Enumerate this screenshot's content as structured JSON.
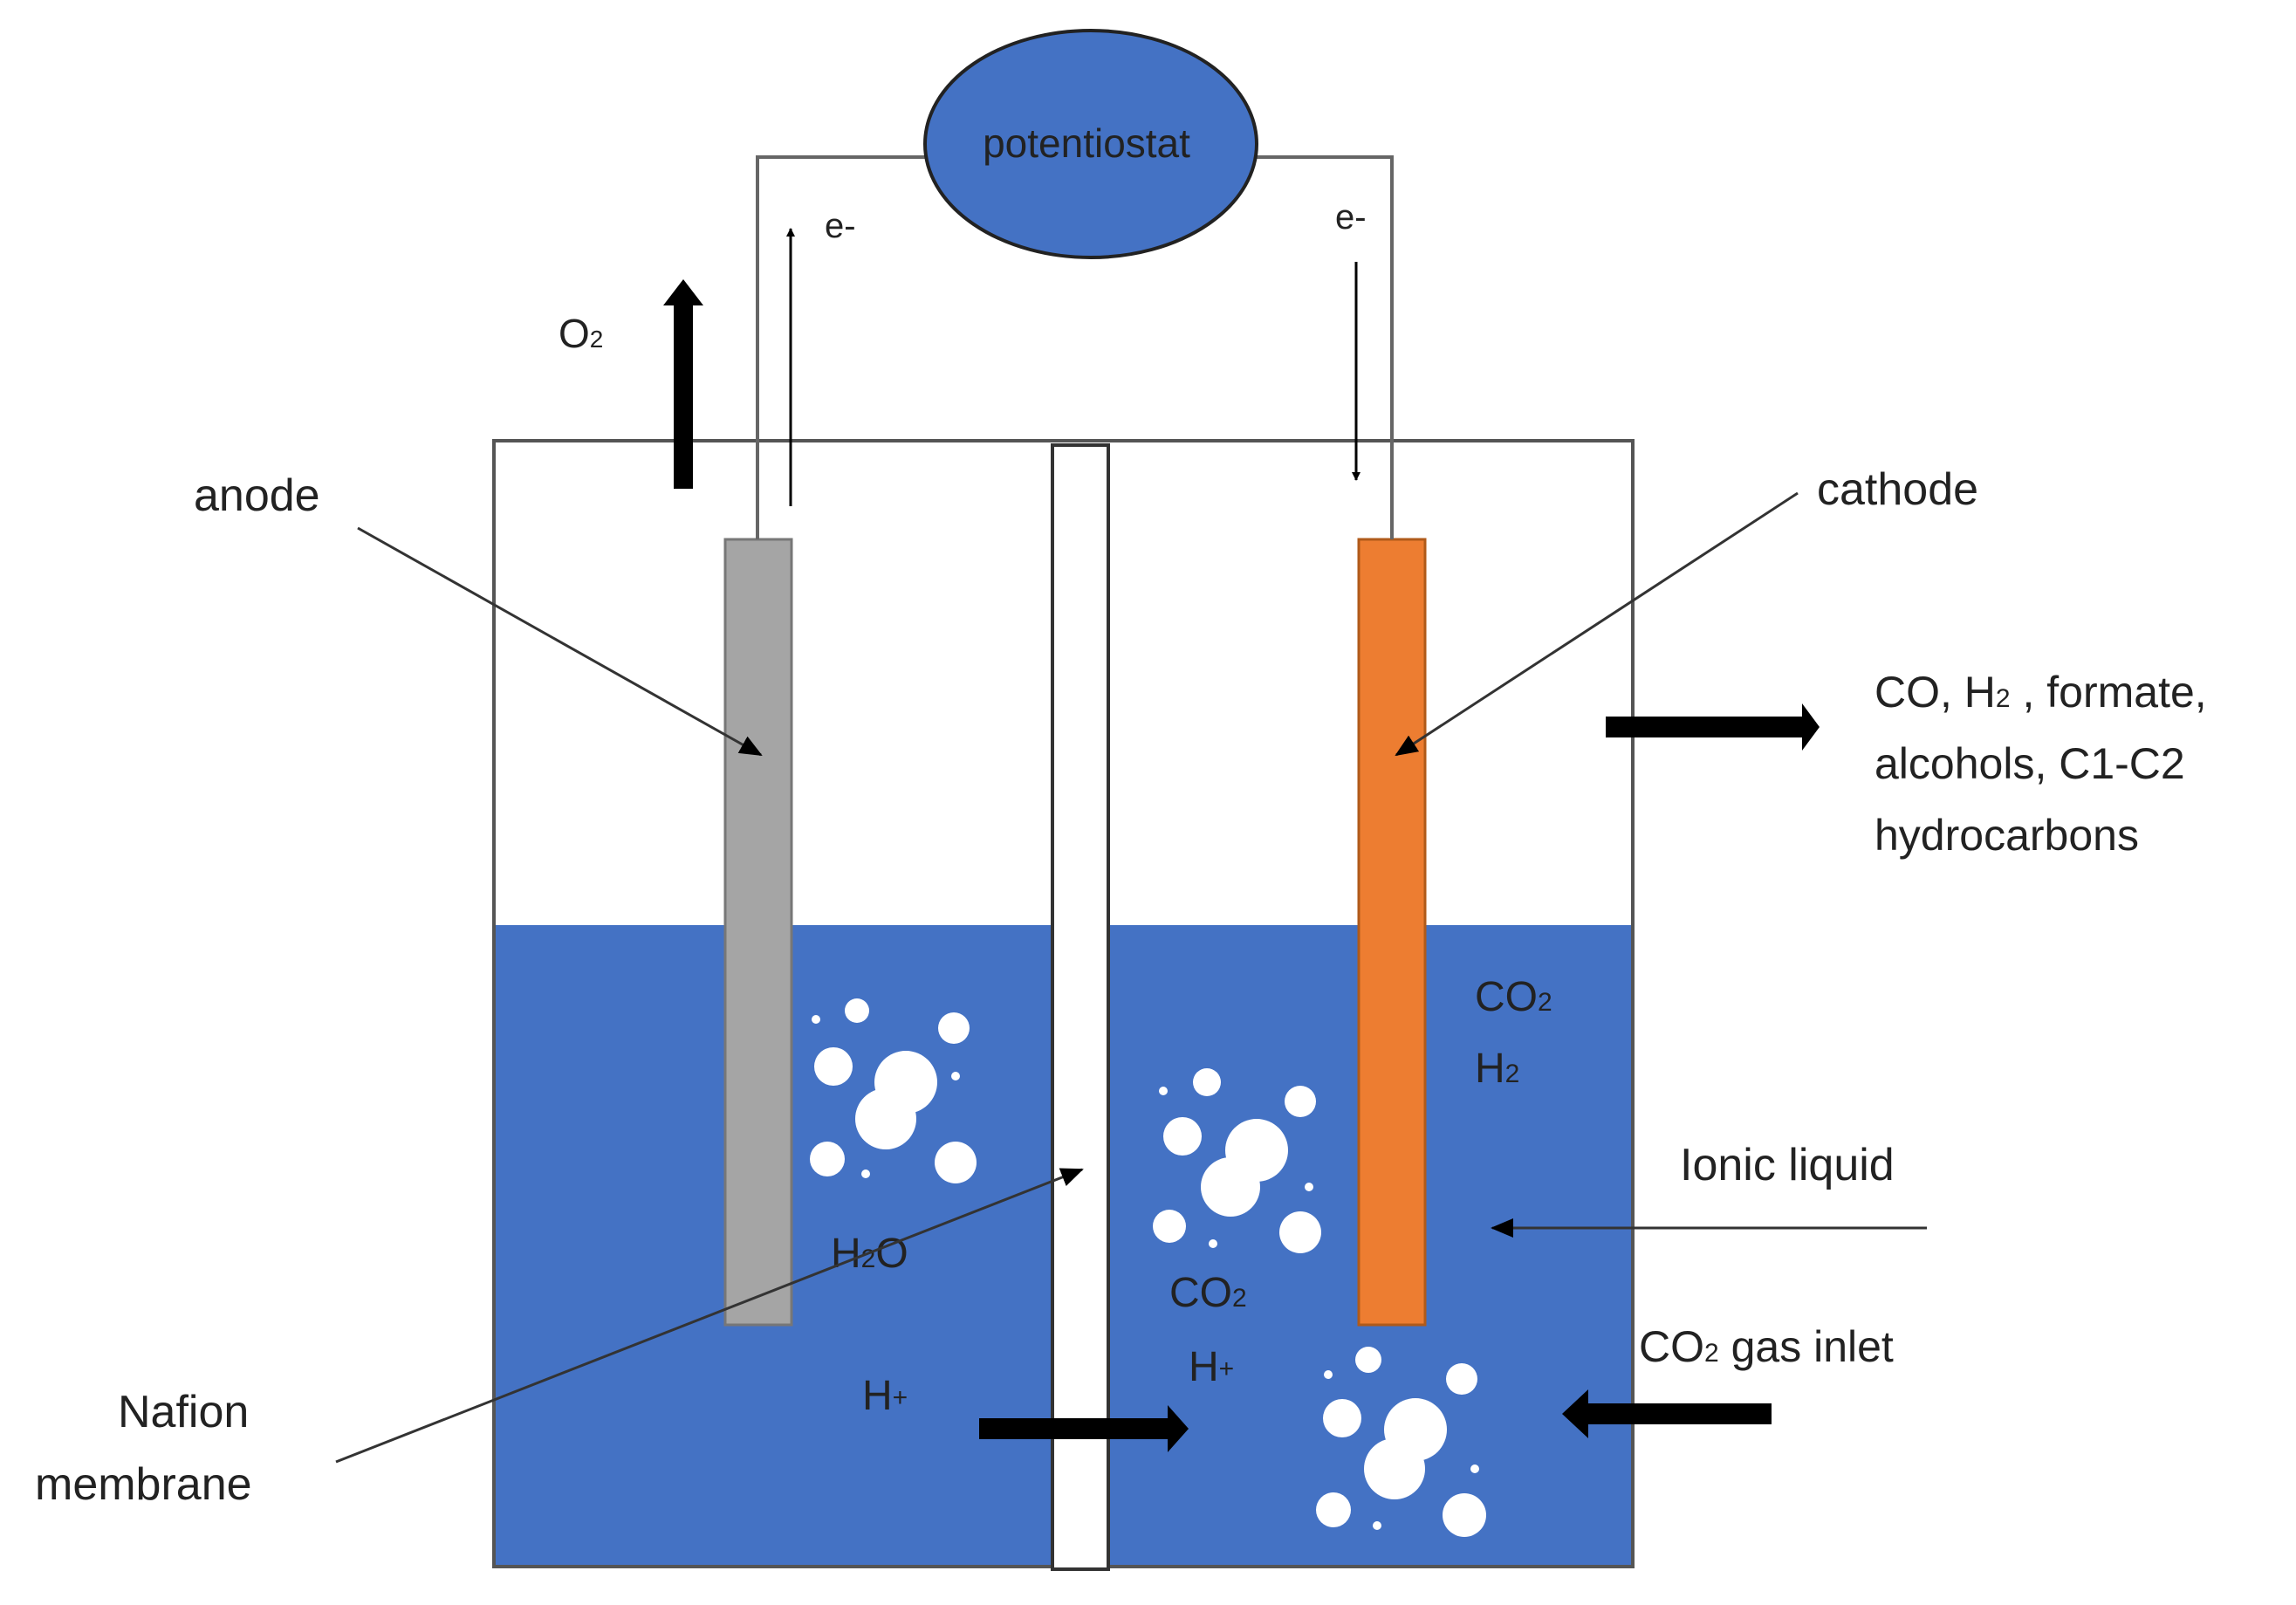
{
  "labels": {
    "potentiostat": "potentiostat",
    "electron_left": "e-",
    "electron_right": "e-",
    "oxygen": "O",
    "oxygen_sub": "2",
    "anode": "anode",
    "cathode": "cathode",
    "products_line1": "CO, H",
    "products_line1_sub": "2",
    "products_line1_tail": " , formate,",
    "products_line2": "alcohols, C1-C2",
    "products_line3": "hydrocarbons",
    "co2_upper": "CO",
    "co2_upper_sub": "2",
    "h2_upper": "H",
    "h2_upper_sub": "2",
    "ionic_liquid": "Ionic liquid",
    "water": "H",
    "water_sub": "2",
    "water_tail": "O",
    "co2_middle": "CO",
    "co2_middle_sub": "2",
    "hplus_middle": "H",
    "hplus_middle_sup": "+",
    "co2_inlet": "CO",
    "co2_inlet_sub": "2",
    "co2_inlet_tail": " gas inlet",
    "hplus_left": "H",
    "hplus_left_sup": "+",
    "nafion_line1": "Nafion",
    "nafion_line2": "membrane"
  },
  "colors": {
    "electrolyte": "#4472C4",
    "potentiostat_fill": "#4472C4",
    "anode": "#A5A5A5",
    "cathode": "#ED7D31",
    "membrane": "#FFFFFF",
    "bubble": "#FFFFFF",
    "arrow": "#000000"
  }
}
